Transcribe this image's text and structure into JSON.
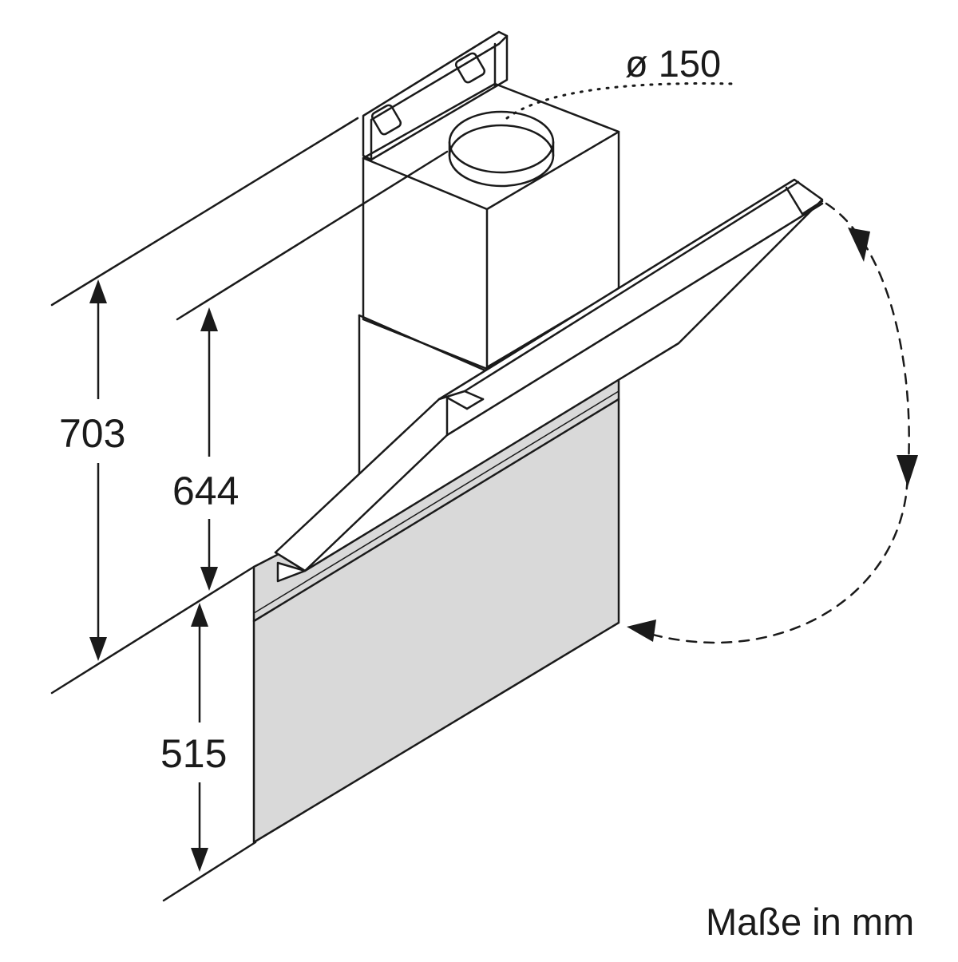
{
  "diagram": {
    "duct_diameter_label": "ø 150",
    "dimensions": {
      "total_height": "703",
      "height_to_canopy": "644",
      "glass_panel_height": "515"
    },
    "units_note": "Maße in mm"
  },
  "colors": {
    "line": "#1a1a1a",
    "panel_fill": "#d9d9d9",
    "background": "#ffffff"
  }
}
